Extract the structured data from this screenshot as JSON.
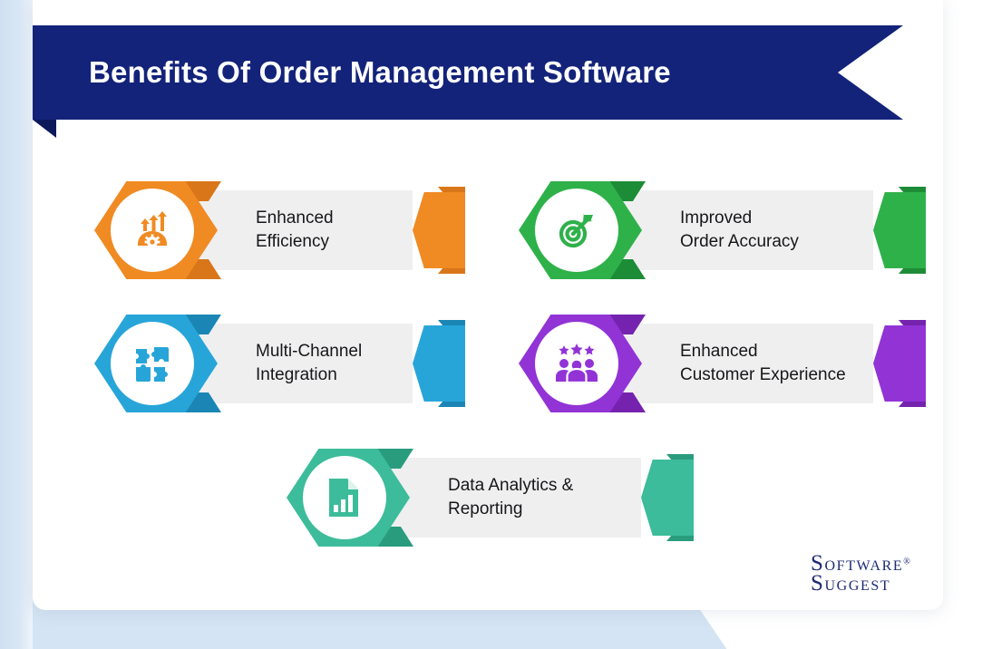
{
  "header": {
    "title": "Benefits Of Order Management Software",
    "ribbon_color": "#13237a",
    "ribbon_tail_color": "#0c1a5c",
    "title_color": "#ffffff"
  },
  "page": {
    "background_color": "#ffffff",
    "accent_background_color": "#d4e4f4",
    "card_color": "#ffffff",
    "bar_color": "#efeff0",
    "text_color": "#17171a"
  },
  "benefits": [
    {
      "id": "enhanced-efficiency",
      "label": "Enhanced\nEfficiency",
      "icon": "growth-arrows-gear-icon",
      "color": "#f08a23",
      "shade": "#d9761a"
    },
    {
      "id": "improved-order-accuracy",
      "label": "Improved\nOrder Accuracy",
      "icon": "target-arrow-icon",
      "color": "#2fb14a",
      "shade": "#1d8c37"
    },
    {
      "id": "multi-channel-integration",
      "label": "Multi-Channel\nIntegration",
      "icon": "puzzle-pieces-icon",
      "color": "#27a5d9",
      "shade": "#1b86b5"
    },
    {
      "id": "enhanced-customer-experience",
      "label": "Enhanced\nCustomer Experience",
      "icon": "people-stars-icon",
      "color": "#9233d6",
      "shade": "#7523ae"
    },
    {
      "id": "data-analytics-reporting",
      "label": "Data Analytics &\nReporting",
      "icon": "document-bar-chart-icon",
      "color": "#3cbc9a",
      "shade": "#2a9c7e"
    }
  ],
  "logo": {
    "word1_cap": "S",
    "word1_rest": "oftware",
    "registered": "®",
    "word2_cap": "S",
    "word2_rest": "uggest",
    "color": "#1d2a72"
  }
}
